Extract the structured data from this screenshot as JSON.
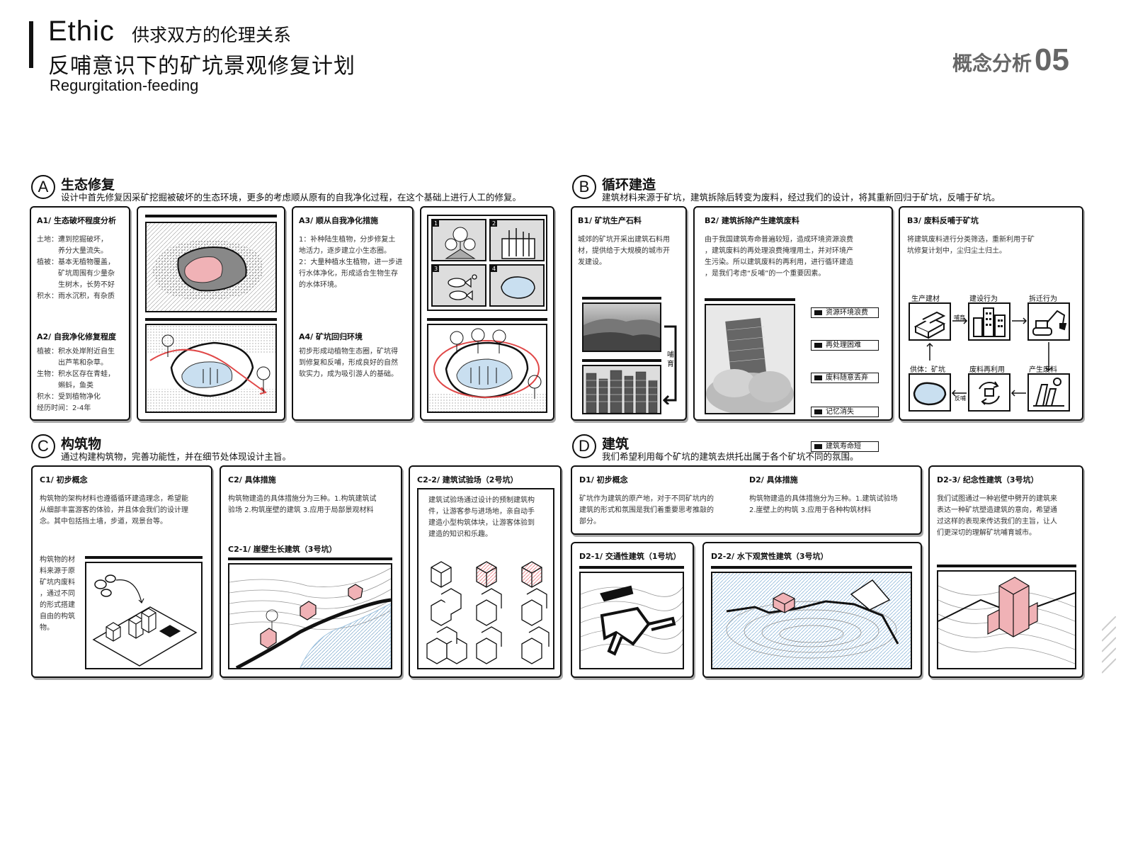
{
  "header": {
    "ethic": "Ethic",
    "subtitle": "供求双方的伦理关系",
    "title": "反哺意识下的矿坑景观修复计划",
    "english": "Regurgitation-feeding",
    "section_label": "概念分析",
    "page_number": "05"
  },
  "sections": {
    "a": {
      "letter": "A",
      "title": "生态修复",
      "desc": "设计中首先修复因采矿挖掘被破坏的生态环境，更多的考虑顺从原有的自我净化过程，在这个基础上进行人工的修复。"
    },
    "b": {
      "letter": "B",
      "title": "循环建造",
      "desc": "建筑材料来源于矿坑，建筑拆除后转变为废料，经过我们的设计，将其重新回归于矿坑，反哺于矿坑。"
    },
    "c": {
      "letter": "C",
      "title": "构筑物",
      "desc": "通过构建构筑物，完善功能性，并在细节处体现设计主旨。"
    },
    "d": {
      "letter": "D",
      "title": "建筑",
      "desc": "我们希望利用每个矿坑的建筑去烘托出属于各个矿坑不同的氛围。"
    }
  },
  "a1": {
    "title": "A1/ 生态破坏程度分析",
    "lines": [
      "土地：遭到挖掘破坏，",
      "养分大量流失。",
      "植被：基本无植物覆盖，",
      "矿坑周围有少量杂",
      "生树木，长势不好",
      "积水：雨水沉积，有杂质"
    ]
  },
  "a2": {
    "title": "A2/ 自我净化修复程度",
    "lines": [
      "植被：积水处岸附近自生",
      "出芦苇和杂草。",
      "生物：积水区存在青蛙，",
      "蝌蚪，鱼类",
      "积水：受到植物净化",
      "经历时间：2-4年"
    ]
  },
  "a3": {
    "title": "A3/ 顺从自我净化措施",
    "lines": [
      "1：补种陆生植物，分步修复土",
      "地活力，逐步建立小生态圈。",
      "2：大量种植水生植物，进一步进",
      "行水体净化，形成适合生物生存",
      "的水体环境。"
    ]
  },
  "a4": {
    "title": "A4/ 矿坑回归环境",
    "lines": [
      "初步形成动植物生态圈，矿坑得",
      "到修复和反哺，形成良好的自然",
      "软实力，成为吸引游人的基础。"
    ]
  },
  "a_grid": [
    "1",
    "2",
    "3",
    "4"
  ],
  "b1": {
    "title": "B1/ 矿坑生产石料",
    "lines": [
      "城郊的矿坑开采出建筑石料用",
      "材，提供给于大规模的城市开",
      "发建设。"
    ],
    "vertical": [
      "哺",
      "育"
    ]
  },
  "b2": {
    "title": "B2/ 建筑拆除产生建筑废料",
    "lines": [
      "由于我国建筑寿命普遍较短，造成环境资源浪费",
      "，建筑废料的再处理浪费掩埋用土，并对环境产",
      "生污染。所以建筑废料的再利用，进行循环建造",
      "，是我们考虑“反哺”的一个重要因素。"
    ],
    "tags": [
      "资源环境浪费",
      "再处理困难",
      "废料随意丢弃",
      "记忆消失",
      "建筑寿命短"
    ]
  },
  "b3": {
    "title": "B3/ 废料反哺于矿坑",
    "lines": [
      "将建筑废料进行分类筛选，重新利用于矿",
      "坑修复计划中，尘归尘土归土。"
    ],
    "flow": [
      "生产建材",
      "建设行为",
      "拆迁行为",
      "供体：矿坑",
      "废料再利用",
      "产生废料"
    ],
    "arrows": [
      "哺育",
      "反哺"
    ]
  },
  "c1": {
    "title": "C1/ 初步概念",
    "lines": [
      "构筑物的架构材料也遵循循环建造理念，希望能",
      "从细部丰富游客的体验，并且体会我们的设计理",
      "念。其中包括挡土墙，步道，观景台等。"
    ],
    "side": [
      "构筑物的材",
      "料来源于原",
      "矿坑内废料",
      "，通过不同",
      "的形式搭建",
      "自由的构筑",
      "物。"
    ]
  },
  "c2": {
    "title": "C2/ 具体措施",
    "lines": [
      "构筑物建造的具体措施分为三种。1.构筑建筑试",
      "验场 2.构筑崖壁的建筑 3.应用于局部景观材料"
    ],
    "sub": "C2-1/ 崖壁生长建筑（3号坑）"
  },
  "c22": {
    "title": "C2-2/ 建筑试验场（2号坑）",
    "lines": [
      "建筑试验场通过设计的预制建筑构",
      "件，让游客参与进场地，亲自动手",
      "建造小型构筑体块，让游客体验到",
      "建造的知识和乐趣。"
    ]
  },
  "d1": {
    "title": "D1/ 初步概念",
    "lines": [
      "矿坑作为建筑的原产地，对于不同矿坑内的",
      "建筑的形式和氛围是我们着重要思考推敲的",
      "部分。"
    ]
  },
  "d2": {
    "title": "D2/ 具体措施",
    "lines": [
      "构筑物建造的具体措施分为三种。1.建筑试验场",
      "2.崖壁上的构筑 3.应用于各种构筑材料"
    ]
  },
  "d21": {
    "title": "D2-1/ 交通性建筑（1号坑）"
  },
  "d22": {
    "title": "D2-2/ 水下观赏性建筑（3号坑）"
  },
  "d23": {
    "title": "D2-3/ 纪念性建筑（3号坑）",
    "lines": [
      "我们试图通过一种岩壁中劈开的建筑来",
      "表达一种矿坑塑造建筑的意向，希望通",
      "过这样的表现来传达我们的主旨，让人",
      "们更深切的理解矿坑哺育城市。"
    ]
  },
  "colors": {
    "accent_pink": "#f0b2b6",
    "water_blue": "#c9dff0",
    "arrow_red": "#e04848"
  }
}
